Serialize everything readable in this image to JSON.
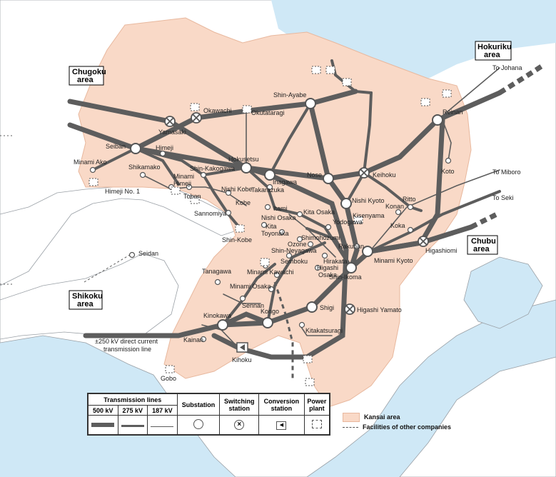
{
  "areas": {
    "chugoku": "Chugoku\narea",
    "hokuriku": "Hokuriku\narea",
    "chubu": "Chubu\narea",
    "shikoku": "Shikoku\narea"
  },
  "directions": {
    "to_johana": "To Johana",
    "to_miboro": "To Miboro",
    "to_seki": "To Seki"
  },
  "dc_line_label": "±250 kV direct current\ntransmission line",
  "himeji_no1": "Himeji No. 1",
  "stations": {
    "yamasaki": "Yamasaki",
    "okawachi": "Okawachi",
    "okutataragi": "Okutataragi",
    "shin_ayabe": "Shin-Ayabe",
    "reinan": "Reinan",
    "seiban": "Seiban",
    "himeji": "Himeji",
    "minami_ako": "Minami Ako",
    "shikamako": "Shikamako",
    "shin_kakogawa": "Shin-Kakogawa",
    "minami_himeji": "Minami\nHimeji",
    "toban": "Toban",
    "nishi_kobe": "Nishi Kobe",
    "kobe": "Kobe",
    "sannomiya": "Sannomiya",
    "shin_kobe": "Shin-Kobe",
    "hokusetsu": "Hokusetsu",
    "inagawa": "Inagawa",
    "takarazuka": "Takarazuka",
    "itami": "Itami",
    "nose": "Nose",
    "keihoku": "Keihoku",
    "koto": "Koto",
    "nishi_kyoto": "Nishi Kyoto",
    "nishi_osaka": "Nishi Osaka",
    "kita_osaka": "Kita Osaka",
    "yodogawa": "Yodogawa",
    "kita_toyonaka": "Kita\nToyonaka",
    "shimohozumi": "Shimohozumi",
    "ozone": "Ozone",
    "konan": "Konan",
    "ritto": "Ritto",
    "kisenyama": "Kisenyama",
    "koka": "Koka",
    "higashiomi": "Higashiomi",
    "shin_neyagawa": "Shin-Neyagawa",
    "rakunan": "Rakunan",
    "hirakata": "Hirakata",
    "minami_kyoto": "Minami Kyoto",
    "semboku": "Semboku",
    "minami_kawachi": "Minami Kawachi",
    "higashi_osaka": "Higashi\nOsaka",
    "shin_ikoma": "Shin-Ikoma",
    "tanagawa": "Tanagawa",
    "minami_osaka": "Minami Osaka",
    "sennan": "Sennan",
    "kinokawa": "Kinokawa",
    "kongo": "Kongo",
    "shigi": "Shigi",
    "higashi_yamato": "Higashi Yamato",
    "kainan": "Kainan",
    "kitakatsuragi": "Kitakatsuragi",
    "kihoku": "Kihoku",
    "gobo": "Gobo",
    "seidan": "Seidan"
  },
  "legend": {
    "transmission_lines": "Transmission lines",
    "kv500": "500 kV",
    "kv275": "275 kV",
    "kv187": "187 kV",
    "substation": "Substation",
    "switching_station": "Switching\nstation",
    "conversion_station": "Conversion\nstation",
    "power_plant": "Power\nplant",
    "kansai_area": "Kansai area",
    "other_companies": "Facilities of other companies"
  },
  "colors": {
    "sea": "#cfe8f6",
    "land": "#ffffff",
    "kansai": "#f9d9c7",
    "line": "#5d5d5d",
    "coast": "#9aa0a6"
  }
}
